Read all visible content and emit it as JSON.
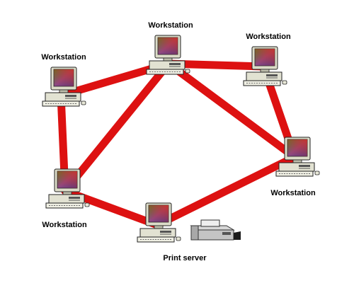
{
  "diagram": {
    "type": "mesh-network",
    "link_color": "#dd1111",
    "nodes": [
      {
        "id": "ws-top-center",
        "label": "Workstation",
        "icon": "workstation-icon"
      },
      {
        "id": "ws-top-right",
        "label": "Workstation",
        "icon": "workstation-icon"
      },
      {
        "id": "ws-top-left",
        "label": "Workstation",
        "icon": "workstation-icon"
      },
      {
        "id": "ws-right",
        "label": "Workstation",
        "icon": "workstation-icon"
      },
      {
        "id": "ws-bottom-left",
        "label": "Workstation",
        "icon": "workstation-icon"
      },
      {
        "id": "print-server",
        "label": "Print server",
        "icon": "workstation-icon",
        "attached": "printer-icon"
      }
    ],
    "links": [
      [
        "ws-top-left",
        "ws-top-center"
      ],
      [
        "ws-top-center",
        "ws-top-right"
      ],
      [
        "ws-top-right",
        "ws-right"
      ],
      [
        "ws-top-center",
        "ws-right"
      ],
      [
        "ws-top-left",
        "ws-bottom-left"
      ],
      [
        "ws-top-center",
        "ws-bottom-left"
      ],
      [
        "ws-bottom-left",
        "print-server"
      ],
      [
        "print-server",
        "ws-right"
      ]
    ]
  }
}
